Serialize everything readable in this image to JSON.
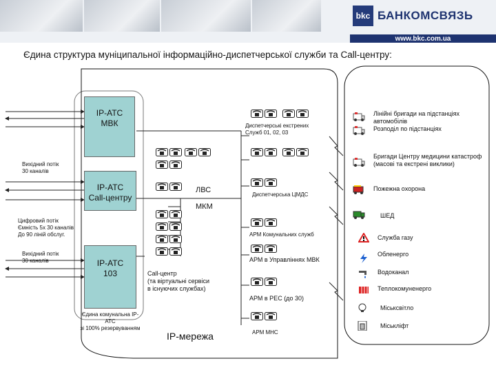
{
  "header": {
    "logo_mark": "bkc",
    "brand": "БАНКОМСВЯЗЬ",
    "url": "www.bkc.com.ua"
  },
  "title": "Єдина структура муніципальної інформаційно-диспетчерської служби та Call-центру:",
  "boxes": {
    "atc_mvk": [
      "IP-АТС",
      "МВК"
    ],
    "atc_call": [
      "IP-АТС",
      "Call-центру"
    ],
    "atc_103": [
      "IP-АТС",
      "103"
    ]
  },
  "left_labels": {
    "out1": [
      "Вихідний потік",
      "30 каналів"
    ],
    "digital": [
      "Цифровий потік",
      "Ємність 5х 30 каналів",
      "До 90 ліній обслуг."
    ],
    "out2": [
      "Вихідний потік",
      "30 каналів"
    ],
    "single_pbx": [
      "Єдина комунальна IP-АТС",
      "зі 100% резервуванням"
    ]
  },
  "network": {
    "lvs": "ЛВС",
    "mkm": "МКМ",
    "ip_network": "IP-мережа",
    "callcenter": [
      "Call-центр",
      "(та віртуальні сервіси",
      "в існуючих службах)"
    ]
  },
  "arm": {
    "dispatch_emergency": [
      "Диспетчерські екстрених",
      "Служб 01, 02, 03"
    ],
    "dispatch_cmds": "Диспетчерська ЦМДС",
    "communal": "АРМ Комунальних служб",
    "departments": "АРМ в Управліннях МВК",
    "res": "АРМ в РЕС (до 30)",
    "mns": "АРМ МНС"
  },
  "services": [
    {
      "label": [
        "Лінійні бригади на підстанціях",
        "автомобілів",
        "Розподіл по підстанціях"
      ],
      "icon": "ambulance-icon",
      "color": "#d33"
    },
    {
      "label": [
        "Бригади Центру медицини катастроф",
        "(масові та екстрені виклики)"
      ],
      "icon": "ambulance-icon",
      "color": "#d33"
    },
    {
      "label": [
        "Пожежна охорона"
      ],
      "icon": "fire-truck-icon",
      "color": "#c22"
    },
    {
      "label": [
        "ШЕД"
      ],
      "icon": "truck-icon",
      "color": "#2a8a2a"
    },
    {
      "label": [
        "Служба газу"
      ],
      "icon": "gas-warning-icon",
      "color": "#d22"
    },
    {
      "label": [
        "Обленерго"
      ],
      "icon": "lightning-icon",
      "color": "#1a5fd0"
    },
    {
      "label": [
        "Водоканал"
      ],
      "icon": "water-tap-icon",
      "color": "#1a5fd0"
    },
    {
      "label": [
        "Теплокомуненерго"
      ],
      "icon": "radiator-icon",
      "color": "#d22"
    },
    {
      "label": [
        "Міськсвітло"
      ],
      "icon": "lamp-icon",
      "color": "#333"
    },
    {
      "label": [
        "Міськліфт"
      ],
      "icon": "elevator-icon",
      "color": "#333"
    }
  ]
}
